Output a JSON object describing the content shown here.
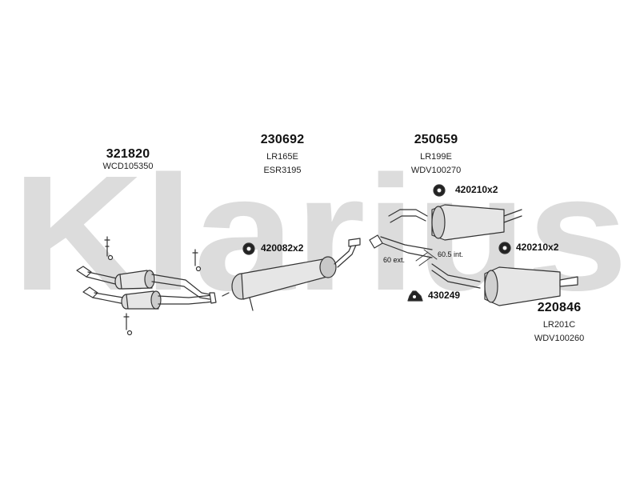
{
  "watermark": {
    "text": "Klarius",
    "color": "#dcdcdc"
  },
  "parts": [
    {
      "part_number": "321820",
      "codes": [
        "WCD105350"
      ]
    },
    {
      "part_number": "230692",
      "codes": [
        "LR165E",
        "ESR3195"
      ]
    },
    {
      "part_number": "250659",
      "codes": [
        "LR199E",
        "WDV100270"
      ]
    },
    {
      "part_number": "220846",
      "codes": [
        "LR201C",
        "WDV100260"
      ]
    }
  ],
  "accessories": [
    {
      "label": "420210x2",
      "icon": "rubber-hanger-icon"
    },
    {
      "label": "420082x2",
      "icon": "rubber-hanger-icon"
    },
    {
      "label": "420210x2",
      "icon": "rubber-hanger-icon"
    },
    {
      "label": "430249",
      "icon": "mounting-bracket-icon"
    }
  ],
  "dimensions": {
    "ext": "60 ext.",
    "int": "60.5 int."
  },
  "colors": {
    "line": "#333333",
    "fill": "#e6e6e6",
    "shade": "#bdbdbd"
  }
}
